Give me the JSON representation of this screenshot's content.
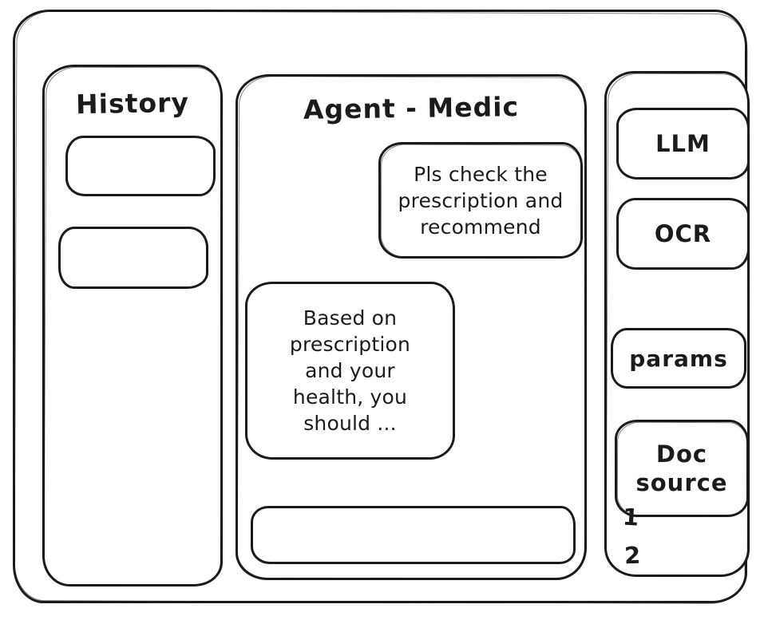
{
  "window": {
    "stroke_color": "#1b1b1d",
    "background_color": "#ffffff"
  },
  "history_panel": {
    "title": "History",
    "items": [
      {
        "label": ""
      },
      {
        "label": ""
      }
    ]
  },
  "chat_panel": {
    "title": "Agent - Medic",
    "messages": [
      {
        "role": "user",
        "text": "Pls check the prescription and recommend"
      },
      {
        "role": "agent",
        "text": "Based on prescription and your health, you should ..."
      }
    ],
    "input": {
      "value": "",
      "placeholder": ""
    }
  },
  "tools_panel": {
    "buttons": [
      {
        "label": "LLM"
      },
      {
        "label": "OCR"
      },
      {
        "label": "params"
      },
      {
        "label": "Doc source"
      }
    ],
    "doc_source_items": [
      {
        "label": "1"
      },
      {
        "label": "2"
      }
    ]
  }
}
